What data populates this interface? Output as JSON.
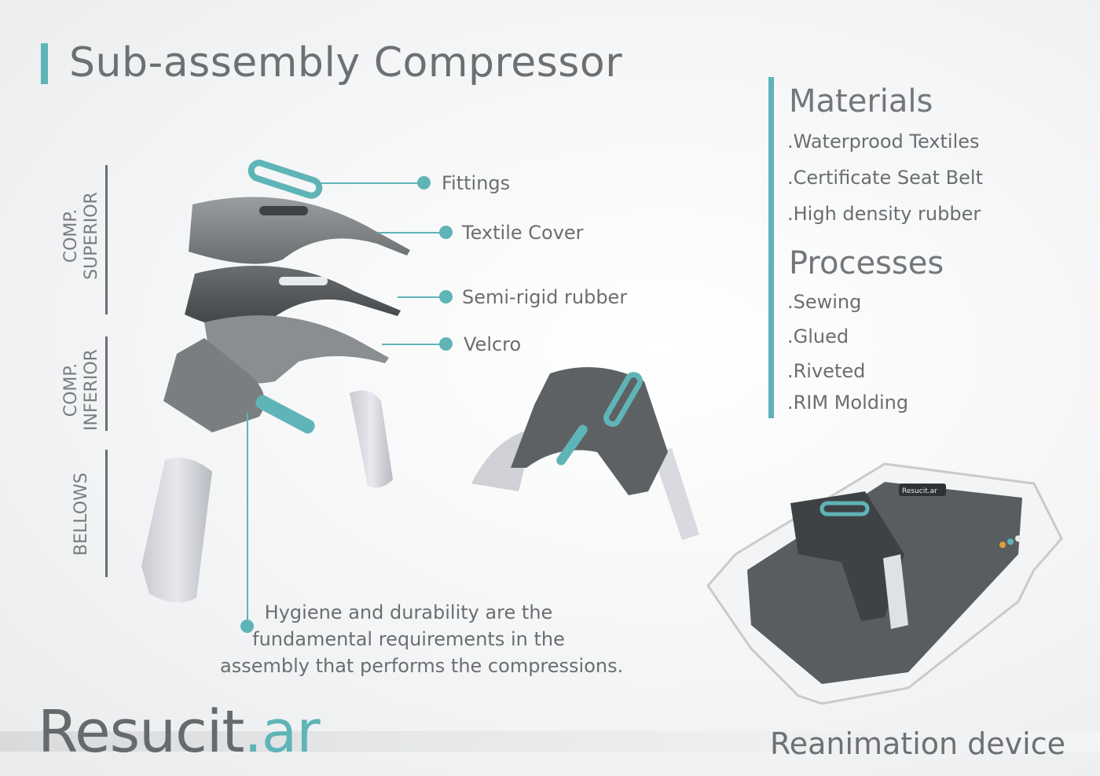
{
  "title": "Sub-assembly Compressor",
  "materials": {
    "heading": "Materials",
    "items": [
      ".Waterprood Textiles",
      ".Certificate Seat Belt",
      ".High density rubber"
    ]
  },
  "processes": {
    "heading": "Processes",
    "items": [
      ".Sewing",
      ".Glued",
      ".Riveted",
      ".RIM Molding"
    ]
  },
  "callouts": [
    "Fittings",
    "Textile Cover",
    "Semi-rigid rubber",
    "Velcro"
  ],
  "sections": {
    "superior": [
      "COMP.",
      "SUPERIOR"
    ],
    "inferior": [
      "COMP.",
      "INFERIOR"
    ],
    "bellows": "BELLOWS"
  },
  "note": [
    "Hygiene and durability are the",
    "fundamental requirements in the",
    "assembly that performs the compressions."
  ],
  "brand": {
    "name": "Resucit",
    "suffix": ".ar"
  },
  "tagline": "Reanimation device",
  "device_logo": "Resucit.ar",
  "colors": {
    "accent": "#5fb4b7",
    "text": "#6b6e70",
    "part_dark": "#55585a",
    "part_mid": "#76797b"
  }
}
